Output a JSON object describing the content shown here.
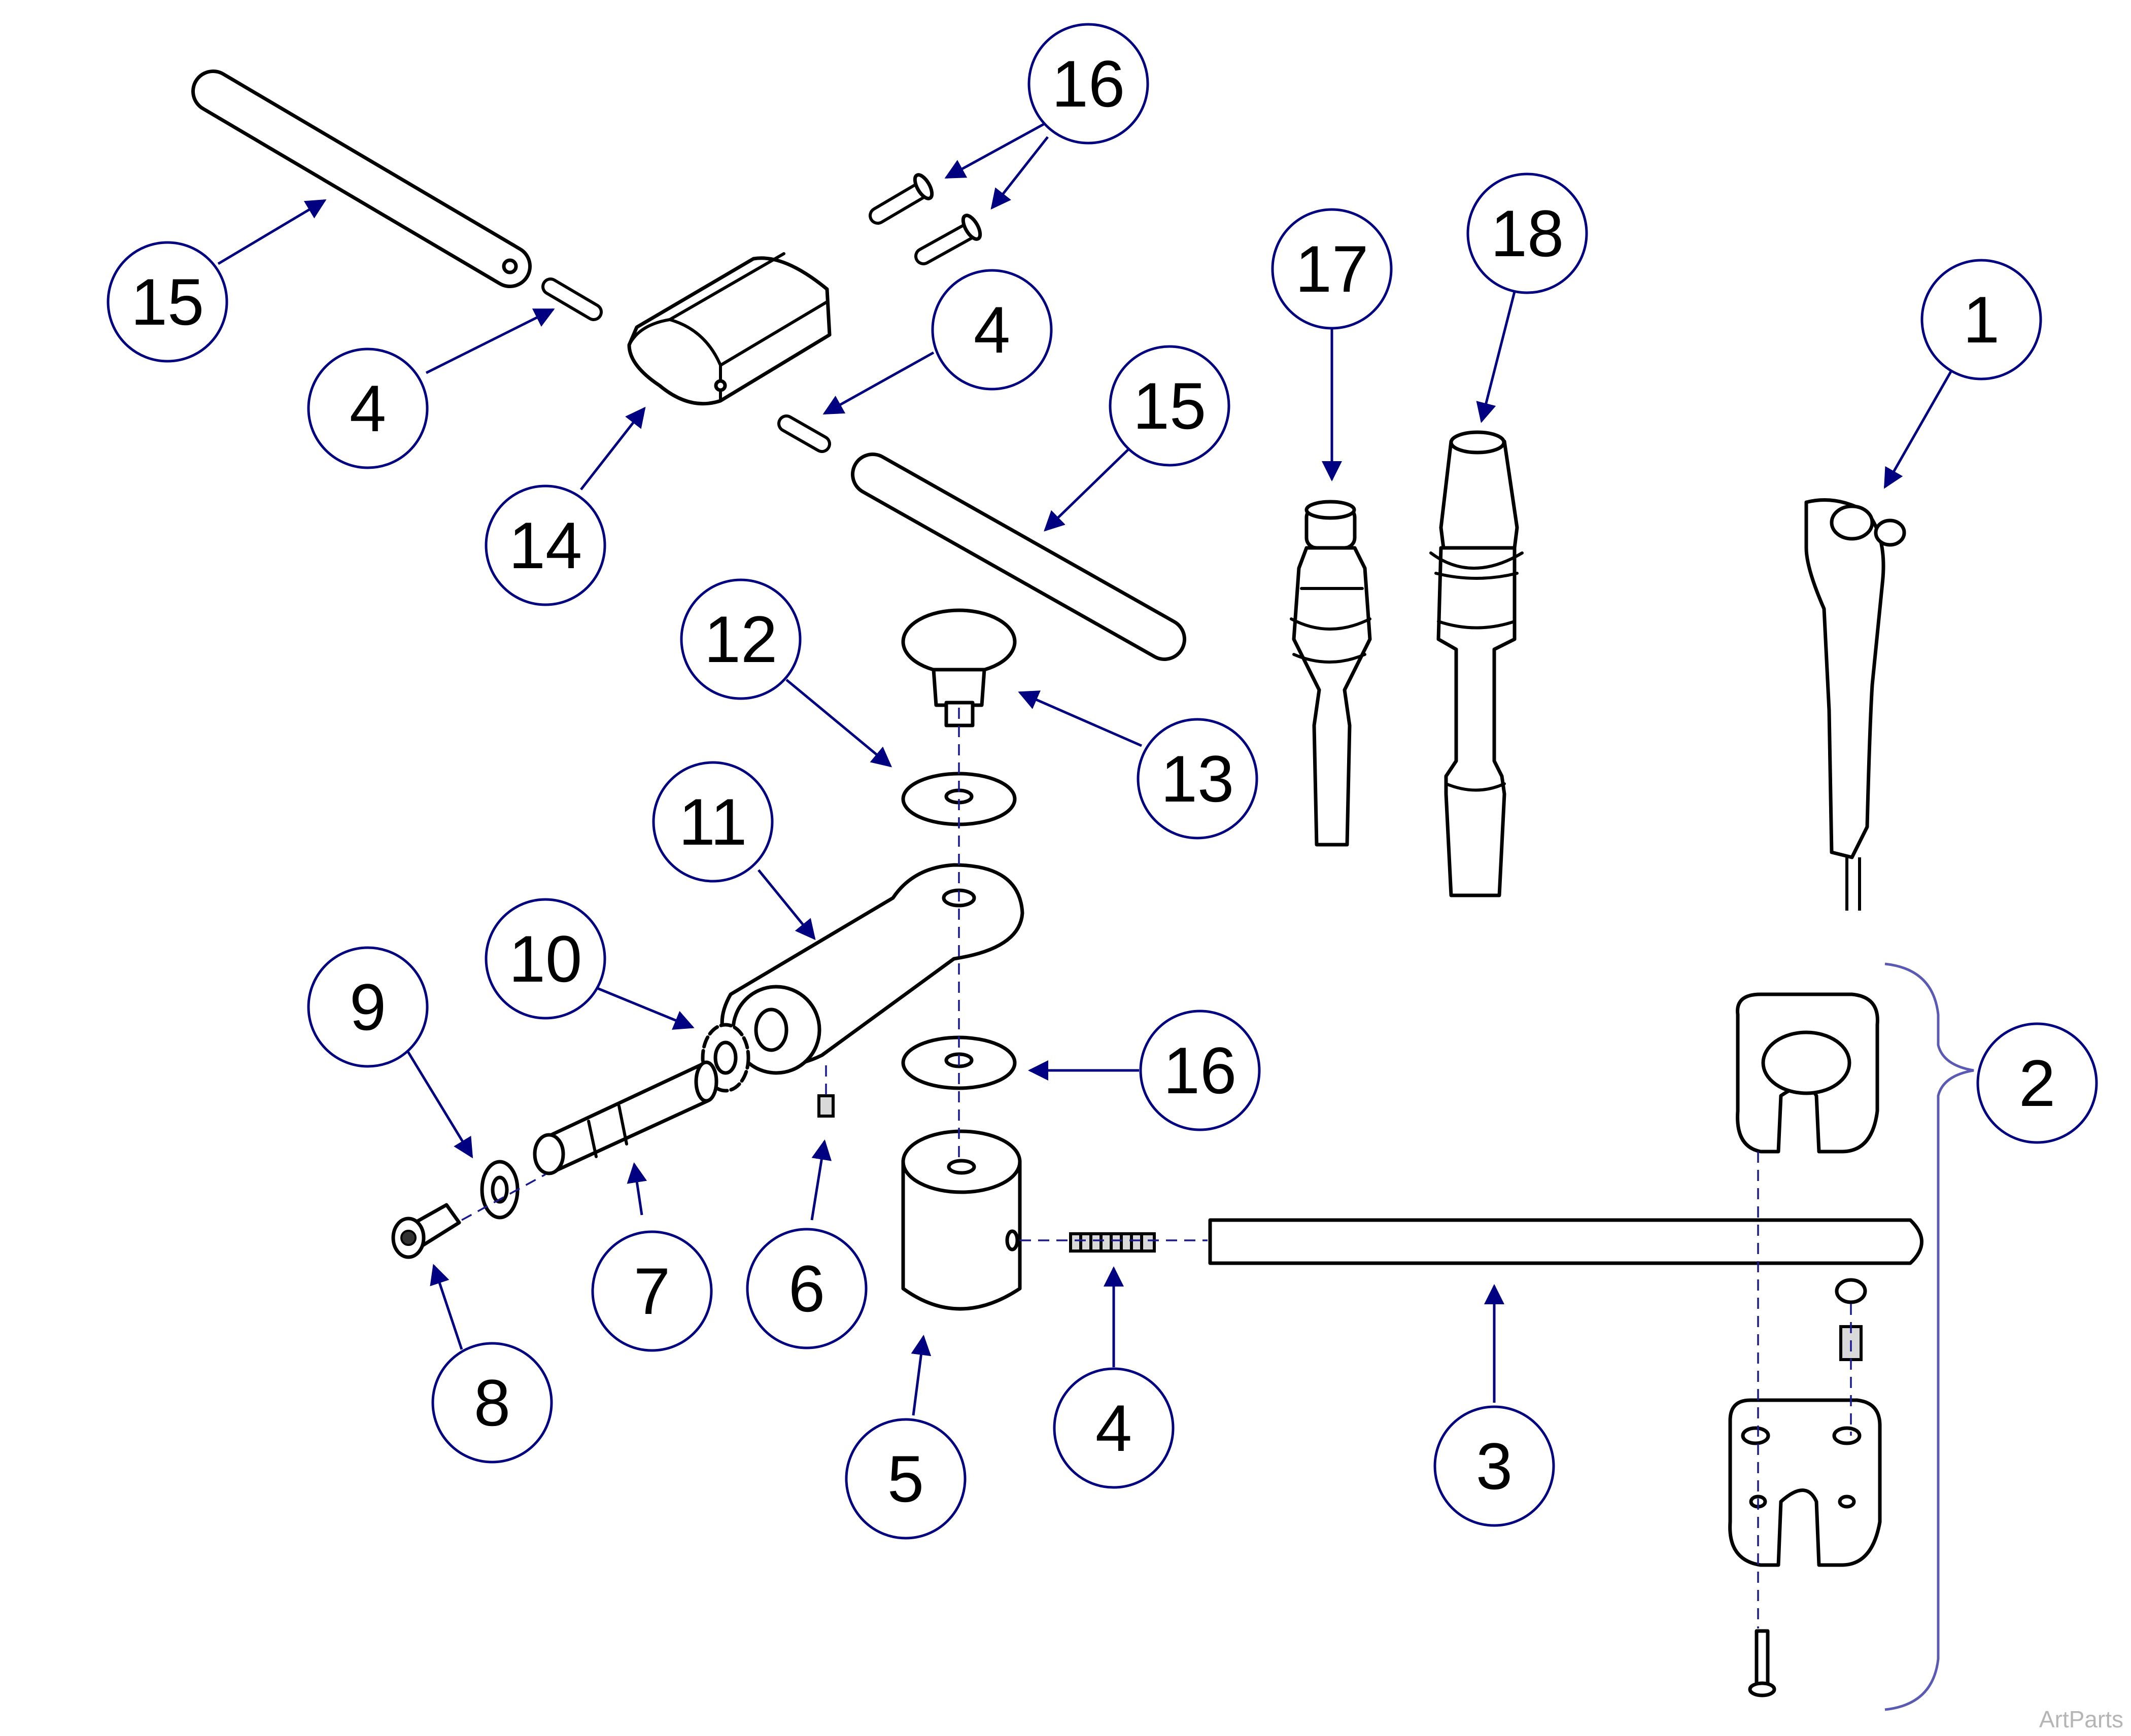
{
  "diagram": {
    "accent_color": "#000080",
    "bracket_color": "#5a5ab4",
    "callouts": [
      {
        "id": "c15a",
        "label": "15"
      },
      {
        "id": "c4a",
        "label": "4"
      },
      {
        "id": "c14",
        "label": "14"
      },
      {
        "id": "c16a",
        "label": "16"
      },
      {
        "id": "c4b",
        "label": "4"
      },
      {
        "id": "c15b",
        "label": "15"
      },
      {
        "id": "c17",
        "label": "17"
      },
      {
        "id": "c18",
        "label": "18"
      },
      {
        "id": "c1",
        "label": "1"
      },
      {
        "id": "c12",
        "label": "12"
      },
      {
        "id": "c13",
        "label": "13"
      },
      {
        "id": "c11",
        "label": "11"
      },
      {
        "id": "c10",
        "label": "10"
      },
      {
        "id": "c9",
        "label": "9"
      },
      {
        "id": "c16b",
        "label": "16"
      },
      {
        "id": "c2",
        "label": "2"
      },
      {
        "id": "c7",
        "label": "7"
      },
      {
        "id": "c6",
        "label": "6"
      },
      {
        "id": "c8",
        "label": "8"
      },
      {
        "id": "c5",
        "label": "5"
      },
      {
        "id": "c4c",
        "label": "4"
      },
      {
        "id": "c3",
        "label": "3"
      }
    ],
    "watermark": "ArtParts"
  }
}
